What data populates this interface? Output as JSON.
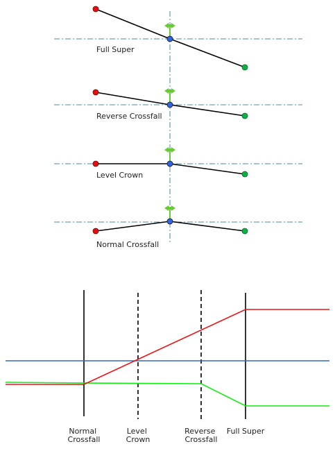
{
  "cross_sections": [
    {
      "id": "full-super",
      "label": "Full Super"
    },
    {
      "id": "reverse-crossfall",
      "label": "Reverse Crossfall"
    },
    {
      "id": "level-crown",
      "label": "Level Crown"
    },
    {
      "id": "normal-crossfall",
      "label": "Normal Crossfall"
    }
  ],
  "transition_diagram": {
    "stations": [
      {
        "id": "normal-crossfall",
        "lines": [
          "Normal",
          "Crossfall"
        ],
        "style": "solid"
      },
      {
        "id": "level-crown",
        "lines": [
          "Level",
          "Crown"
        ],
        "style": "dashed"
      },
      {
        "id": "reverse-crossfall",
        "lines": [
          "Reverse",
          "Crossfall"
        ],
        "style": "dashed"
      },
      {
        "id": "full-super",
        "lines": [
          "Full Super"
        ],
        "style": "solid"
      }
    ]
  },
  "colors": {
    "left_edge": "#e01010",
    "right_edge": "#10b040",
    "centerline": "#3366dd",
    "pivot_marker": "#66cc33",
    "axis_dashdot": "#4a8aa8",
    "profile_left": "#ee1111",
    "profile_right": "#11ee11",
    "profile_center": "#3366cc"
  }
}
